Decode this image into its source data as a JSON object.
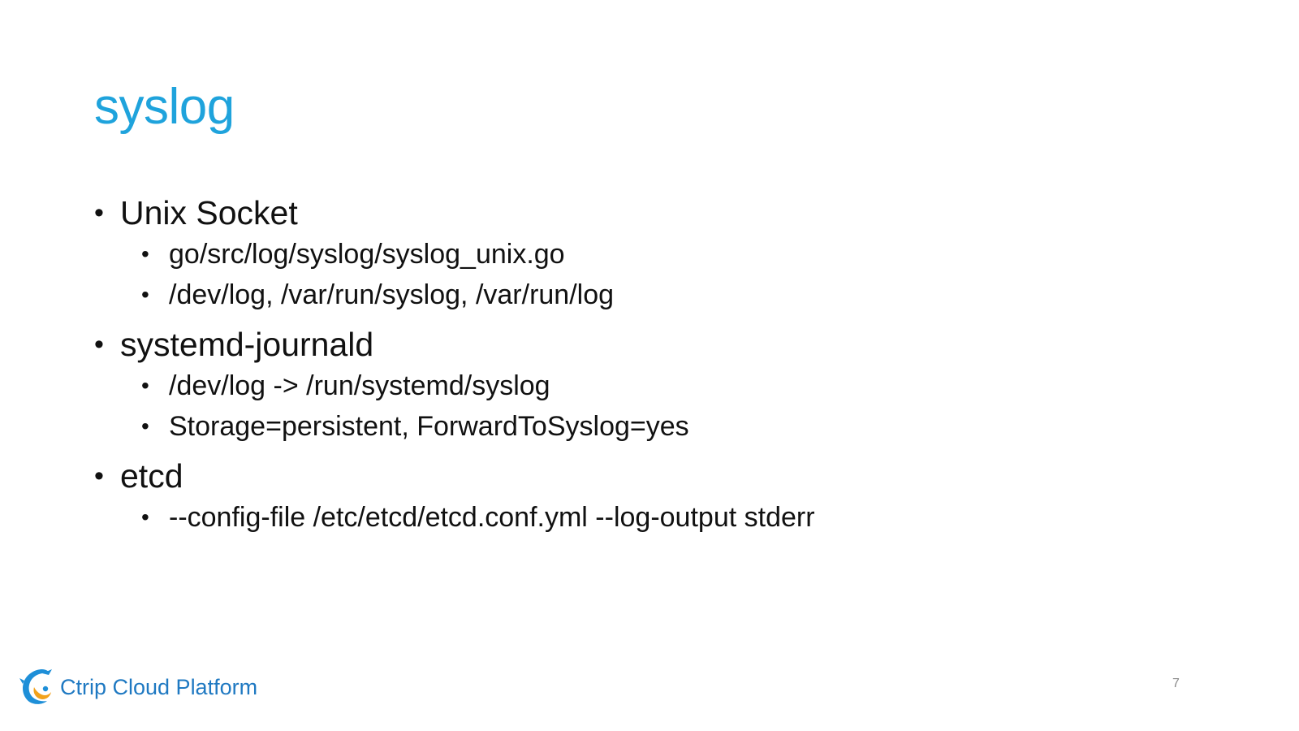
{
  "slide": {
    "title": "syslog",
    "bullet_glyph": "•",
    "items": [
      {
        "text": "Unix Socket",
        "children": [
          "go/src/log/syslog/syslog_unix.go",
          "/dev/log, /var/run/syslog, /var/run/log"
        ]
      },
      {
        "text": "systemd-journald",
        "children": [
          "/dev/log -> /run/systemd/syslog",
          "Storage=persistent, ForwardToSyslog=yes"
        ]
      },
      {
        "text": "etcd",
        "children": [
          "--config-file /etc/etcd/etcd.conf.yml --log-output stderr"
        ]
      }
    ]
  },
  "footer": {
    "logo_icon": "dolphin-logo-icon",
    "brand": "Ctrip Cloud Platform",
    "page_number": "7"
  },
  "colors": {
    "title": "#1fa3dc",
    "brand": "#1f79c2",
    "logo_blue": "#1e8fd8",
    "logo_orange": "#f2a21c",
    "page_number": "#8a8a8a"
  }
}
